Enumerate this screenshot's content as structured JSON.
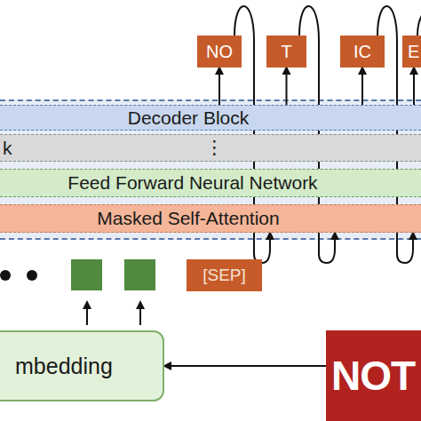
{
  "diagram": {
    "nodes": [
      {
        "text": [
          "NO"
        ]
      },
      {
        "text": [
          "T"
        ]
      },
      {
        "text": [
          "IC"
        ]
      },
      {
        "text": [
          "E"
        ]
      },
      {
        "text": [
          "Decoder Block"
        ]
      },
      {
        "text": [
          "k",
          "⋮"
        ]
      },
      {
        "text": [
          "Feed Forward Neural Network"
        ]
      },
      {
        "text": [
          "Masked Self-Attention"
        ]
      },
      {
        "text": [
          "[SEP]"
        ]
      },
      {
        "text": [
          "mbedding"
        ]
      },
      {
        "text": [
          "NOT"
        ]
      }
    ],
    "edges": [
      {
        "from": 4,
        "to": 0,
        "arrow": "to"
      },
      {
        "from": 4,
        "to": 1,
        "arrow": "to"
      },
      {
        "from": 4,
        "to": 2,
        "arrow": "to"
      },
      {
        "from": 4,
        "to": 3,
        "arrow": "to"
      },
      {
        "from": 0,
        "to": 7,
        "arrow": "to"
      },
      {
        "from": 1,
        "to": 7,
        "arrow": "to"
      },
      {
        "from": 2,
        "to": 7,
        "arrow": "to"
      },
      {
        "from": 3,
        "to": 7,
        "arrow": "to"
      },
      {
        "from": 10,
        "to": 9,
        "arrow": "to"
      }
    ]
  }
}
